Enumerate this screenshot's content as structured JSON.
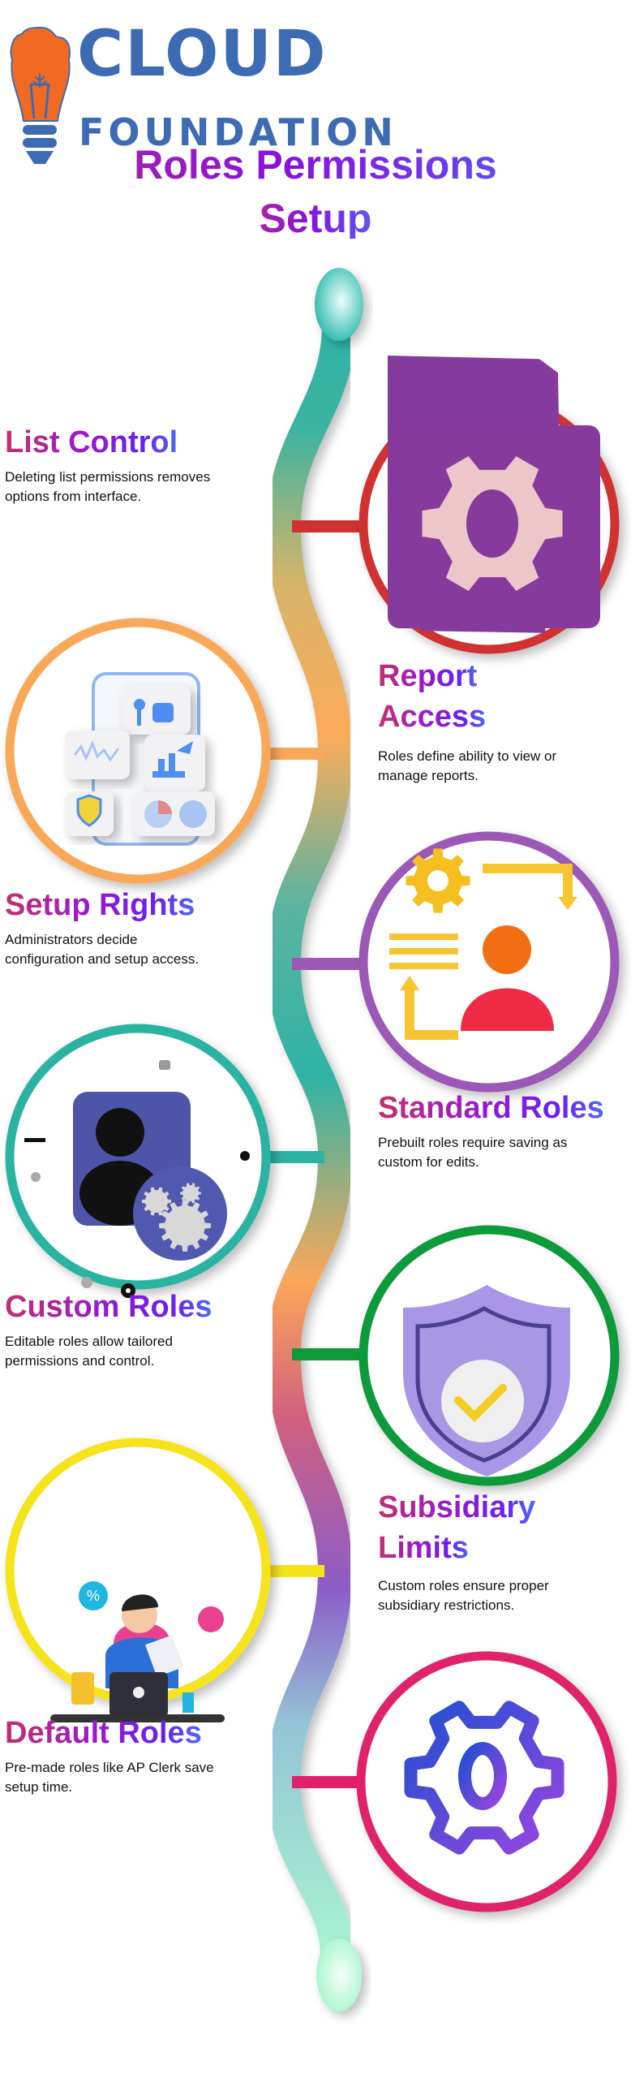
{
  "logo": {
    "line1": "CLOUD",
    "line2": "FOUNDATION"
  },
  "title": {
    "line1": "Roles Permissions",
    "line2": "Setup"
  },
  "colors": {
    "logo_blue": "#3d6bb3",
    "logo_orange": "#f26a22",
    "list_control": "#d03030",
    "report_access": "#f9a85a",
    "setup_rights": "#9b59b6",
    "standard_roles": "#2bb3a3",
    "custom_roles": "#0f9a3a",
    "subsidiary_limits": "#f5e31a",
    "default_roles": "#e0206a"
  },
  "steps": [
    {
      "title": "List Control",
      "description": "Deleting list permissions removes options from interface.",
      "icon": "gear-icon"
    },
    {
      "title": "Report Access",
      "title_lines": [
        "Report",
        "Access"
      ],
      "description": "Roles define ability to view or manage reports.",
      "icon": "phone-dashboard-icon"
    },
    {
      "title": "Setup Rights",
      "description": "Administrators decide configuration and setup access.",
      "icon": "gear-user-arrows-icon"
    },
    {
      "title": "Standard Roles",
      "description": "Prebuilt roles require saving as custom for edits.",
      "icon": "user-gears-icon"
    },
    {
      "title": "Custom Roles",
      "description": "Editable roles allow tailored permissions and control.",
      "icon": "shield-check-icon"
    },
    {
      "title": "Subsidiary Limits",
      "title_lines": [
        "Subsidiary",
        "Limits"
      ],
      "description": "Custom roles ensure proper subsidiary restrictions.",
      "icon": "person-laptop-icon"
    },
    {
      "title": "Default Roles",
      "description": "Pre-made roles like AP Clerk save setup time.",
      "icon": "gear-outline-icon"
    }
  ]
}
